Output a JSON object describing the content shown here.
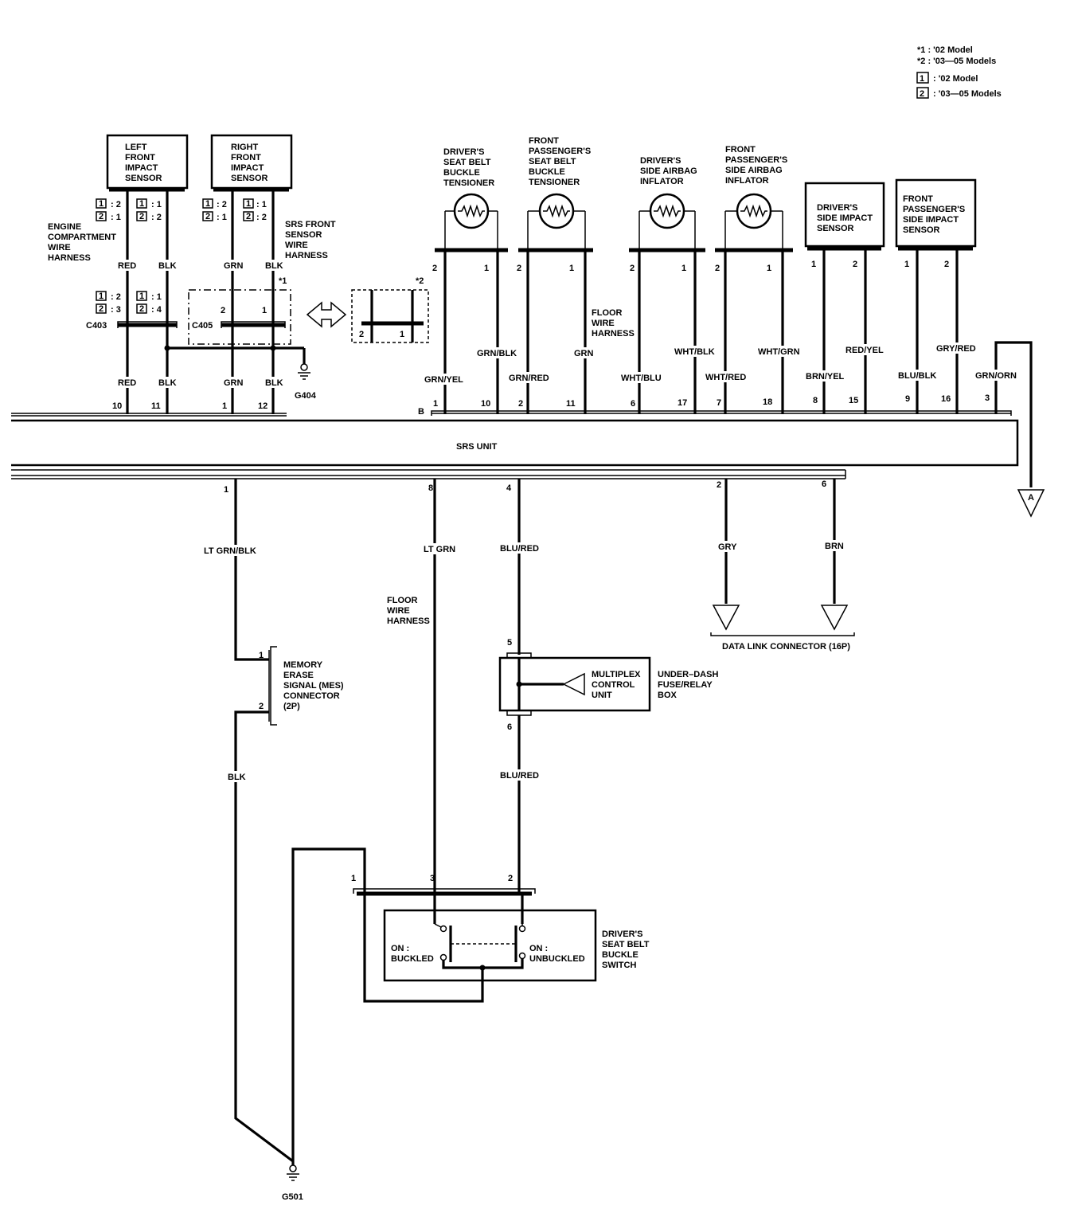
{
  "legend": {
    "note1": "*1 : '02 Model",
    "note2": "*2 : '03—05 Models",
    "box1_num": "1",
    "box1_text": ": '02 Model",
    "box2_num": "2",
    "box2_text": ": '03—05 Models"
  },
  "components": {
    "left_front_impact_sensor": [
      "LEFT",
      "FRONT",
      "IMPACT",
      "SENSOR"
    ],
    "right_front_impact_sensor": [
      "RIGHT",
      "FRONT",
      "IMPACT",
      "SENSOR"
    ],
    "drivers_seat_belt_buckle_tensioner": [
      "DRIVER'S",
      "SEAT BELT",
      "BUCKLE",
      "TENSIONER"
    ],
    "front_passengers_seat_belt_buckle_tensioner": [
      "FRONT",
      "PASSENGER'S",
      "SEAT BELT",
      "BUCKLE",
      "TENSIONER"
    ],
    "drivers_side_airbag_inflator": [
      "DRIVER'S",
      "SIDE AIRBAG",
      "INFLATOR"
    ],
    "front_passengers_side_airbag_inflator": [
      "FRONT",
      "PASSENGER'S",
      "SIDE AIRBAG",
      "INFLATOR"
    ],
    "drivers_side_impact_sensor": [
      "DRIVER'S",
      "SIDE IMPACT",
      "SENSOR"
    ],
    "front_passengers_side_impact_sensor": [
      "FRONT",
      "PASSENGER'S",
      "SIDE IMPACT",
      "SENSOR"
    ],
    "srs_unit": "SRS UNIT",
    "mes_connector": [
      "MEMORY",
      "ERASE",
      "SIGNAL (MES)",
      "CONNECTOR",
      "(2P)"
    ],
    "multiplex_control_unit": [
      "MULTIPLEX",
      "CONTROL",
      "UNIT"
    ],
    "under_dash_box": [
      "UNDER–DASH",
      "FUSE/RELAY",
      "BOX"
    ],
    "drivers_seat_belt_buckle_switch": [
      "DRIVER'S",
      "SEAT BELT",
      "BUCKLE",
      "SWITCH"
    ],
    "data_link_connector": "DATA LINK CONNECTOR (16P)"
  },
  "harness": {
    "engine_compartment": [
      "ENGINE",
      "COMPARTMENT",
      "WIRE",
      "HARNESS"
    ],
    "srs_front_sensor": [
      "SRS FRONT",
      "SENSOR",
      "WIRE",
      "HARNESS"
    ],
    "floor_upper": [
      "FLOOR",
      "WIRE",
      "HARNESS"
    ],
    "floor_lower": [
      "FLOOR",
      "WIRE",
      "HARNESS"
    ]
  },
  "connectors": {
    "c403": "C403",
    "c405": "C405",
    "g404": "G404",
    "g501": "G501",
    "b": "B",
    "star1": "*1",
    "star2": "*2",
    "arrow_a": "A"
  },
  "model_pins": {
    "left_red_top": [
      ": 2",
      ": 1"
    ],
    "left_blk_top": [
      ": 1",
      ": 2"
    ],
    "right_grn_top": [
      ": 2",
      ": 1"
    ],
    "right_blk_top": [
      ": 1",
      ": 2"
    ],
    "left_red_c403": [
      ": 2",
      ": 3"
    ],
    "left_blk_c403": [
      ": 1",
      ": 4"
    ],
    "nums": [
      "1",
      "2"
    ]
  },
  "wires": {
    "red1": "RED",
    "blk1": "BLK",
    "grn1": "GRN",
    "blk2": "BLK",
    "red2": "RED",
    "blk3": "BLK",
    "grn2": "GRN",
    "blk4": "BLK",
    "grn_yel": "GRN/YEL",
    "grn_blk": "GRN/BLK",
    "grn_red": "GRN/RED",
    "grn": "GRN",
    "wht_blu": "WHT/BLU",
    "wht_blk": "WHT/BLK",
    "wht_red": "WHT/RED",
    "wht_grn": "WHT/GRN",
    "brn_yel": "BRN/YEL",
    "red_yel": "RED/YEL",
    "blu_blk": "BLU/BLK",
    "gry_red": "GRY/RED",
    "grn_orn": "GRN/ORN",
    "lt_grn_blk": "LT GRN/BLK",
    "lt_grn": "LT GRN",
    "blu_red1": "BLU/RED",
    "gry": "GRY",
    "brn": "BRN",
    "blk5": "BLK",
    "blu_red2": "BLU/RED"
  },
  "pins": {
    "srs_top": [
      "10",
      "11",
      "1",
      "12",
      "1",
      "10",
      "2",
      "11",
      "6",
      "17",
      "7",
      "18",
      "8",
      "15",
      "9",
      "16",
      "3"
    ],
    "srs_bottom": [
      "1",
      "8",
      "4",
      "2",
      "6"
    ],
    "c405": [
      "2",
      "1"
    ],
    "star2_conn": [
      "2",
      "1"
    ],
    "tensioner_d": [
      "2",
      "1"
    ],
    "tensioner_p": [
      "2",
      "1"
    ],
    "inflator_d": [
      "2",
      "1"
    ],
    "inflator_p": [
      "2",
      "1"
    ],
    "side_sensor_d": [
      "1",
      "2"
    ],
    "side_sensor_p": [
      "1",
      "2"
    ],
    "mes": [
      "1",
      "2"
    ],
    "mcu": [
      "5",
      "6"
    ],
    "switch": [
      "1",
      "3",
      "2"
    ]
  },
  "switch_states": {
    "left": [
      "ON :",
      "BUCKLED"
    ],
    "right": [
      "ON :",
      "UNBUCKLED"
    ]
  }
}
